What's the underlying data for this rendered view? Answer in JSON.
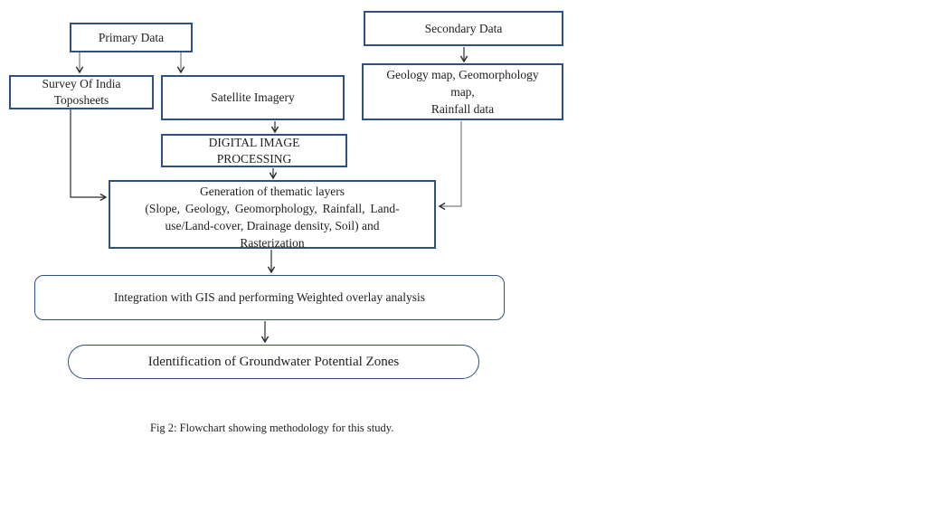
{
  "figure": {
    "caption": "Fig 2: Flowchart showing methodology for this study."
  },
  "colors": {
    "box_border": "#2d5186",
    "text": "#1f1f1f",
    "connector_dark": "#2b2b2b",
    "connector_gray": "#7d7d7d"
  },
  "boxes": {
    "primary_data": {
      "label": "Primary Data"
    },
    "secondary_data": {
      "label": "Secondary Data"
    },
    "survey_toposheets": {
      "lines": [
        "Survey Of India",
        "Toposheets"
      ]
    },
    "satellite_imagery": {
      "label": "Satellite Imagery"
    },
    "digital_image_processing": {
      "lines": [
        "DIGITAL IMAGE",
        "PROCESSING"
      ]
    },
    "geology_maps": {
      "lines": [
        "Geology map, Geomorphology",
        "map,",
        "Rainfall data"
      ]
    },
    "thematic_layers": {
      "lines": [
        "Generation of thematic layers",
        "(Slope, Geology, Geomorphology, Rainfall, Land-",
        "use/Land-cover, Drainage density, Soil) and",
        "Rasterization"
      ]
    },
    "integration": {
      "label": "Integration with GIS and performing Weighted overlay analysis"
    },
    "identification": {
      "label": "Identification of Groundwater Potential Zones"
    }
  }
}
